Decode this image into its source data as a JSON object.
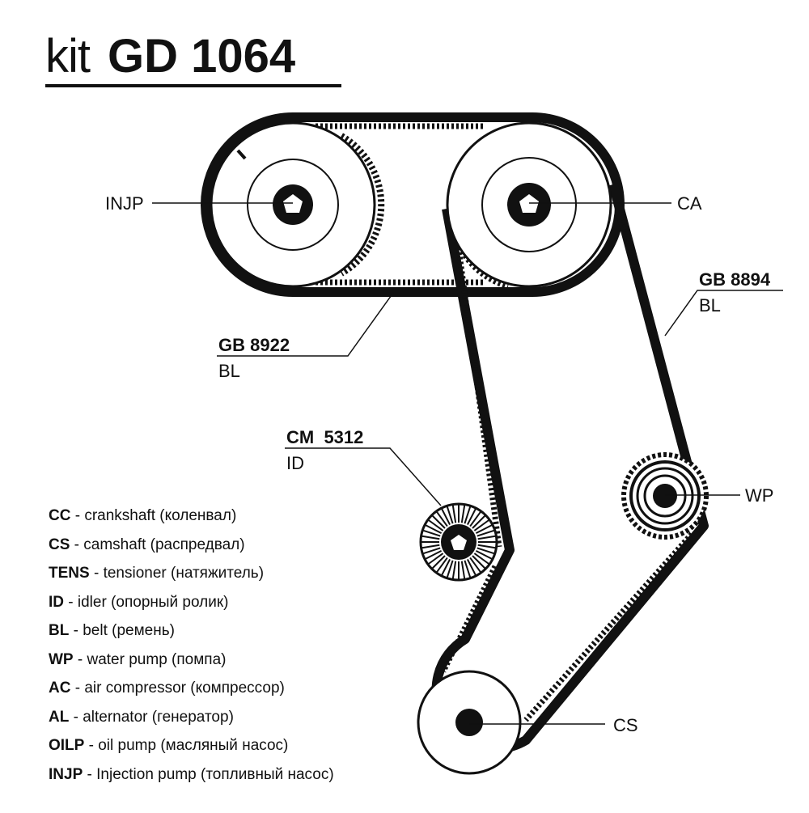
{
  "title": {
    "prefix": "kit",
    "code": "GD 1064"
  },
  "labels": {
    "injp": "INJP",
    "ca": "CA",
    "cs": "CS",
    "wp": "WP",
    "belt1_code": "GB 8922",
    "belt1_type": "BL",
    "belt2_code": "GB 8894",
    "belt2_type": "BL",
    "idler_code": "CM  5312",
    "idler_type": "ID"
  },
  "legend": [
    {
      "abbr": "CC",
      "desc": " - crankshaft (коленвал)"
    },
    {
      "abbr": "CS",
      "desc": " - camshaft (распредвал)"
    },
    {
      "abbr": "TENS",
      "desc": " - tensioner (натяжитель)"
    },
    {
      "abbr": "ID",
      "desc": " - idler (опорный ролик)"
    },
    {
      "abbr": "BL",
      "desc": " - belt (ремень)"
    },
    {
      "abbr": "WP",
      "desc": " - water pump (помпа)"
    },
    {
      "abbr": "AC",
      "desc": " - air compressor (компрессор)"
    },
    {
      "abbr": "AL",
      "desc": " - alternator (генератор)"
    },
    {
      "abbr": "OILP",
      "desc": " - oil pump (масляный насос)"
    },
    {
      "abbr": "INJP",
      "desc": " - Injection pump (топливный насос)"
    }
  ],
  "colors": {
    "ink": "#111111",
    "background": "#ffffff"
  },
  "icons": [
    "injection-pump-pulley-icon",
    "camshaft-pulley-icon",
    "crankshaft-pulley-icon",
    "water-pump-pulley-icon",
    "idler-roller-icon"
  ]
}
